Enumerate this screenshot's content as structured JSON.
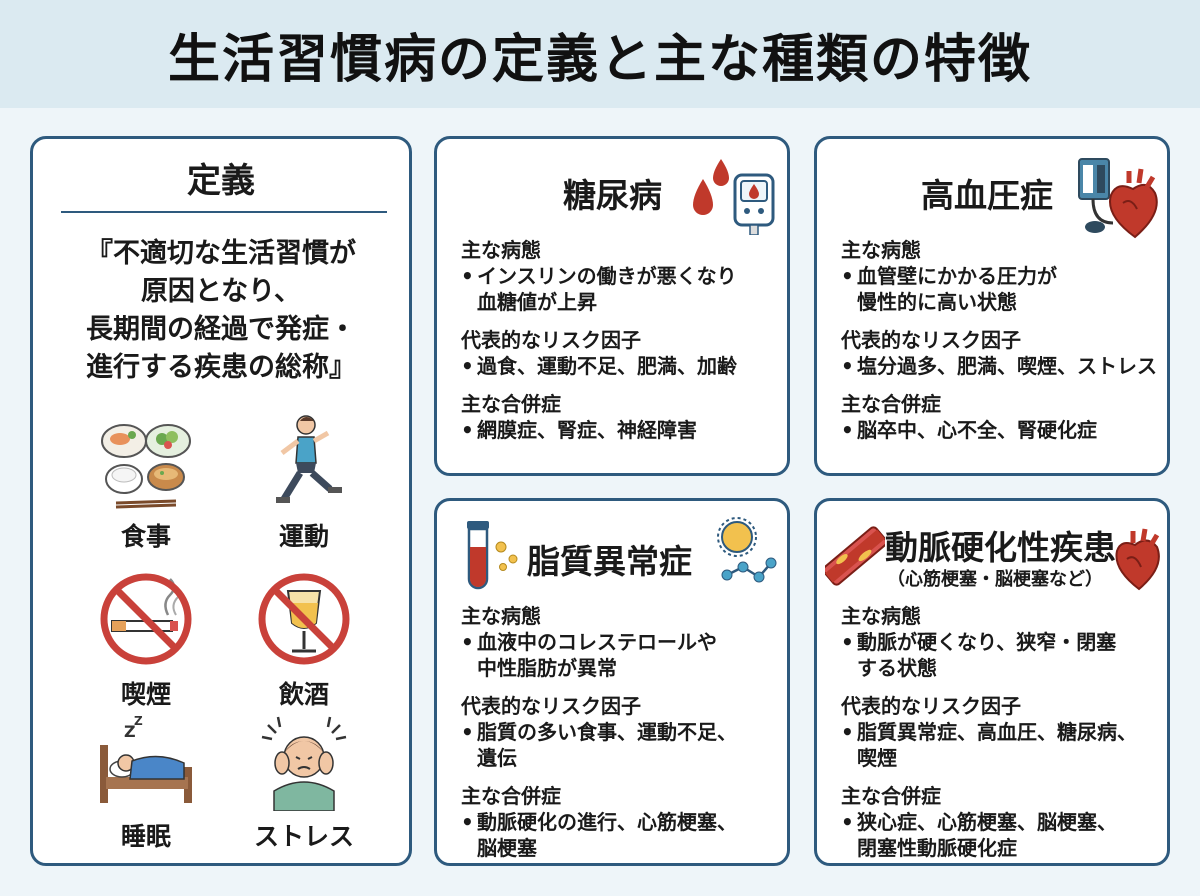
{
  "page": {
    "title": "生活習慣病の定義と主な種類の特徴"
  },
  "definition": {
    "heading": "定義",
    "text_lines": [
      "『不適切な生活習慣が",
      "原因となり、",
      "長期間の経過で発症・",
      "進行する疾患の総称』"
    ],
    "factors": [
      {
        "label": "食事",
        "icon": "meal-icon"
      },
      {
        "label": "運動",
        "icon": "runner-icon"
      },
      {
        "label": "喫煙",
        "icon": "no-smoking-icon"
      },
      {
        "label": "飲酒",
        "icon": "no-alcohol-icon"
      },
      {
        "label": "睡眠",
        "icon": "sleep-icon"
      },
      {
        "label": "ストレス",
        "icon": "stress-icon"
      }
    ]
  },
  "diseases": [
    {
      "name": "糖尿病",
      "subtitle": "",
      "icon": "blood-glucose-meter-icon",
      "sections": [
        {
          "title": "主な病態",
          "bullets": [
            "インスリンの働きが悪くなり\n血糖値が上昇"
          ]
        },
        {
          "title": "代表的なリスク因子",
          "bullets": [
            "過食、運動不足、肥満、加齢"
          ]
        },
        {
          "title": "主な合併症",
          "bullets": [
            "網膜症、腎症、神経障害"
          ]
        }
      ]
    },
    {
      "name": "高血圧症",
      "subtitle": "",
      "icon": "blood-pressure-heart-icon",
      "sections": [
        {
          "title": "主な病態",
          "bullets": [
            "血管壁にかかる圧力が\n慢性的に高い状態"
          ]
        },
        {
          "title": "代表的なリスク因子",
          "bullets": [
            "塩分過多、肥満、喫煙、ストレス"
          ]
        },
        {
          "title": "主な合併症",
          "bullets": [
            "脳卒中、心不全、腎硬化症"
          ]
        }
      ]
    },
    {
      "name": "脂質異常症",
      "subtitle": "",
      "icon": "lipid-molecule-icon",
      "sections": [
        {
          "title": "主な病態",
          "bullets": [
            "血液中のコレステロールや\n中性脂肪が異常"
          ]
        },
        {
          "title": "代表的なリスク因子",
          "bullets": [
            "脂質の多い食事、運動不足、\n遺伝"
          ]
        },
        {
          "title": "主な合併症",
          "bullets": [
            "動脈硬化の進行、心筋梗塞、\n脳梗塞"
          ]
        }
      ]
    },
    {
      "name": "動脈硬化性疾患",
      "subtitle": "（心筋梗塞・脳梗塞など）",
      "icon": "artery-heart-icon",
      "sections": [
        {
          "title": "主な病態",
          "bullets": [
            "動脈が硬くなり、狭窄・閉塞\nする状態"
          ]
        },
        {
          "title": "代表的なリスク因子",
          "bullets": [
            "脂質異常症、高血圧、糖尿病、\n喫煙"
          ]
        },
        {
          "title": "主な合併症",
          "bullets": [
            "狭心症、心筋梗塞、脳梗塞、\n閉塞性動脈硬化症"
          ]
        }
      ]
    }
  ],
  "colors": {
    "border": "#2e5a7e",
    "title_bg": "#dbeaf1",
    "accent_red": "#c0392b",
    "accent_blue": "#3a7fc1"
  }
}
